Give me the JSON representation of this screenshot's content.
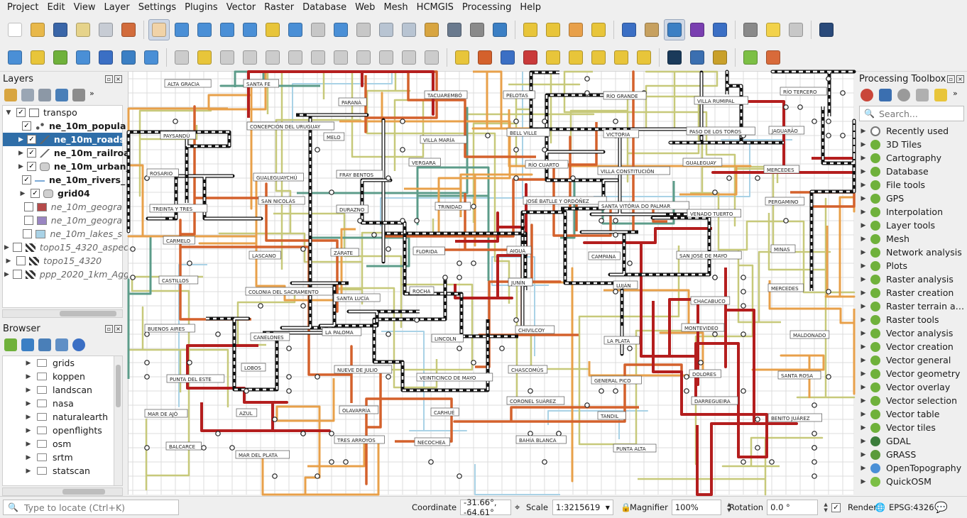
{
  "menu": [
    "Project",
    "Edit",
    "View",
    "Layer",
    "Settings",
    "Plugins",
    "Vector",
    "Raster",
    "Database",
    "Web",
    "Mesh",
    "HCMGIS",
    "Processing",
    "Help"
  ],
  "layers_panel": {
    "title": "Layers",
    "items": [
      {
        "label": "transpo",
        "indent": 0,
        "checked": true,
        "expand": "open",
        "type": "group",
        "style": "normal"
      },
      {
        "label": "ne_10m_popula",
        "indent": 1,
        "checked": true,
        "expand": "none",
        "type": "point",
        "style": "bold"
      },
      {
        "label": "ne_10m_roads_",
        "indent": 1,
        "checked": true,
        "expand": "closed",
        "type": "line",
        "style": "bold",
        "selected": true
      },
      {
        "label": "ne_10m_railroa",
        "indent": 1,
        "checked": true,
        "expand": "closed",
        "type": "line",
        "style": "bold"
      },
      {
        "label": "ne_10m_urban_",
        "indent": 1,
        "checked": true,
        "expand": "closed",
        "type": "polygon",
        "style": "bold"
      },
      {
        "label": "ne_10m_rivers_",
        "indent": 1,
        "checked": true,
        "expand": "none",
        "type": "river",
        "style": "bold"
      },
      {
        "label": "grid04",
        "indent": 1,
        "checked": true,
        "expand": "closed",
        "type": "polygon",
        "style": "bold"
      },
      {
        "label": "ne_10m_geogra",
        "indent": 1,
        "checked": false,
        "expand": "none",
        "type": "swatch",
        "color": "#b54a4a",
        "style": "ital"
      },
      {
        "label": "ne_10m_geogra",
        "indent": 1,
        "checked": false,
        "expand": "none",
        "type": "swatch",
        "color": "#9a86c2",
        "style": "ital"
      },
      {
        "label": "ne_10m_lakes_s",
        "indent": 1,
        "checked": false,
        "expand": "none",
        "type": "swatch",
        "color": "#a9d2e6",
        "style": "ital"
      },
      {
        "label": "topo15_4320_aspec",
        "indent": 0,
        "checked": false,
        "expand": "closed",
        "type": "raster",
        "style": "ital"
      },
      {
        "label": "topo15_4320",
        "indent": 0,
        "checked": false,
        "expand": "closed",
        "type": "raster",
        "style": "ital"
      },
      {
        "label": "ppp_2020_1km_Agg",
        "indent": 0,
        "checked": false,
        "expand": "closed",
        "type": "raster",
        "style": "ital"
      }
    ]
  },
  "browser_panel": {
    "title": "Browser",
    "items": [
      "grids",
      "koppen",
      "landscan",
      "nasa",
      "naturalearth",
      "openflights",
      "osm",
      "srtm",
      "statscan"
    ]
  },
  "processing": {
    "title": "Processing Toolbox",
    "search_placeholder": "Search...",
    "items": [
      {
        "label": "Recently used",
        "icon": "clock-icon",
        "color": "#777777"
      },
      {
        "label": "3D Tiles",
        "icon": "qgis-icon",
        "color": "#6fb13b"
      },
      {
        "label": "Cartography",
        "icon": "qgis-icon",
        "color": "#6fb13b"
      },
      {
        "label": "Database",
        "icon": "qgis-icon",
        "color": "#6fb13b"
      },
      {
        "label": "File tools",
        "icon": "qgis-icon",
        "color": "#6fb13b"
      },
      {
        "label": "GPS",
        "icon": "qgis-icon",
        "color": "#6fb13b"
      },
      {
        "label": "Interpolation",
        "icon": "qgis-icon",
        "color": "#6fb13b"
      },
      {
        "label": "Layer tools",
        "icon": "qgis-icon",
        "color": "#6fb13b"
      },
      {
        "label": "Mesh",
        "icon": "qgis-icon",
        "color": "#6fb13b"
      },
      {
        "label": "Network analysis",
        "icon": "qgis-icon",
        "color": "#6fb13b"
      },
      {
        "label": "Plots",
        "icon": "qgis-icon",
        "color": "#6fb13b"
      },
      {
        "label": "Raster analysis",
        "icon": "qgis-icon",
        "color": "#6fb13b"
      },
      {
        "label": "Raster creation",
        "icon": "qgis-icon",
        "color": "#6fb13b"
      },
      {
        "label": "Raster terrain a…",
        "icon": "qgis-icon",
        "color": "#6fb13b"
      },
      {
        "label": "Raster tools",
        "icon": "qgis-icon",
        "color": "#6fb13b"
      },
      {
        "label": "Vector analysis",
        "icon": "qgis-icon",
        "color": "#6fb13b"
      },
      {
        "label": "Vector creation",
        "icon": "qgis-icon",
        "color": "#6fb13b"
      },
      {
        "label": "Vector general",
        "icon": "qgis-icon",
        "color": "#6fb13b"
      },
      {
        "label": "Vector geometry",
        "icon": "qgis-icon",
        "color": "#6fb13b"
      },
      {
        "label": "Vector overlay",
        "icon": "qgis-icon",
        "color": "#6fb13b"
      },
      {
        "label": "Vector selection",
        "icon": "qgis-icon",
        "color": "#6fb13b"
      },
      {
        "label": "Vector table",
        "icon": "qgis-icon",
        "color": "#6fb13b"
      },
      {
        "label": "Vector tiles",
        "icon": "qgis-icon",
        "color": "#6fb13b"
      },
      {
        "label": "GDAL",
        "icon": "gdal-icon",
        "color": "#3b7d3b"
      },
      {
        "label": "GRASS",
        "icon": "grass-icon",
        "color": "#5a9a3a"
      },
      {
        "label": "OpenTopography",
        "icon": "opentopo-icon",
        "color": "#4a8fd6"
      },
      {
        "label": "QuickOSM",
        "icon": "quickosm-icon",
        "color": "#7cbf45"
      }
    ]
  },
  "status": {
    "locate_placeholder": "Type to locate (Ctrl+K)",
    "coordinate_label": "Coordinate",
    "coordinate_value": "-31.66°, -64.61°",
    "scale_label": "Scale",
    "scale_value": "1:3215619",
    "magnifier_label": "Magnifier",
    "magnifier_value": "100%",
    "rotation_label": "Rotation",
    "rotation_value": "0.0 °",
    "render_label": "Render",
    "crs": "EPSG:4326"
  },
  "map_labels": [
    "ALTA GRACIA",
    "SANTA FE",
    "PARANÁ",
    "TACUAREMBÓ",
    "PELOTAS",
    "RÍO GRANDE",
    "VILLA RUMIPAL",
    "RÍO TERCERO",
    "PAYSANDÚ",
    "CONCEPCIÓN DEL URUGUAY",
    "MELO",
    "VILLA MARÍA",
    "BELL VILLE",
    "VICTORIA",
    "PASO DE LOS TOROS",
    "JAGUARÃO",
    "ROSARIO",
    "GUALEGUAYCHÚ",
    "FRAY BENTOS",
    "VERGARA",
    "RÍO CUARTO",
    "VILLA CONSTITUCIÓN",
    "GUALEGUAY",
    "MERCEDES",
    "TREINTA Y TRES",
    "SAN NICOLÁS",
    "DURAZNO",
    "TRINIDAD",
    "JOSÉ BATLLE Y ORDÓÑEZ",
    "SANTA VITÓRIA DO PALMAR",
    "VENADO TUERTO",
    "PERGAMINO",
    "CARMELO",
    "LASCANO",
    "ZÁRATE",
    "FLORIDA",
    "AIGUÁ",
    "CAMPANA",
    "SAN JOSÉ DE MAYO",
    "MINAS",
    "CASTILLOS",
    "COLONIA DEL SACRAMENTO",
    "SANTA LUCÍA",
    "ROCHA",
    "JUNÍN",
    "LUJÁN",
    "CHACABUCO",
    "MERCEDES",
    "BUENOS AIRES",
    "CANELONES",
    "LA PALOMA",
    "LINCOLN",
    "CHIVILCOY",
    "LA PLATA",
    "MONTEVIDEO",
    "MALDONADO",
    "PUNTA DEL ESTE",
    "LOBOS",
    "NUEVE DE JULIO",
    "VEINTICINCO DE MAYO",
    "CHASCOMÚS",
    "GENERAL PICO",
    "DOLORES",
    "SANTA ROSA",
    "MAR DE AJÓ",
    "AZUL",
    "OLAVARRÍA",
    "CARHUÉ",
    "CORONEL SUÁREZ",
    "TANDIL",
    "DARREGUEIRA",
    "BENITO JUÁREZ",
    "BALCARCE",
    "MAR DEL PLATA",
    "TRES ARROYOS",
    "NECOCHEA",
    "BAHÍA BLANCA",
    "PUNTA ALTA"
  ],
  "colors": {
    "highway": "#b41e1e",
    "primary": "#d4612c",
    "secondary": "#e8a04a",
    "tertiary": "#c7c97a",
    "quaternary": "#5c9c8a",
    "lake": "#a9d2e6",
    "rail": "#111111",
    "grid": "#dcdcdc",
    "selection": "#2f6ea8"
  }
}
